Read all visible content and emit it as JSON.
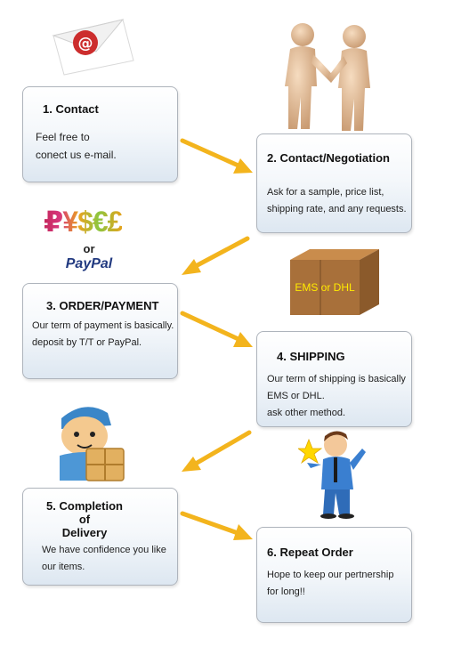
{
  "steps": [
    {
      "num": "1.",
      "title": "Contact",
      "body": "Feel free to\nconect us e-mail."
    },
    {
      "num": "2.",
      "title": "Contact/Negotiation",
      "body": "Ask for a sample, price list,\nshipping rate, and any requests."
    },
    {
      "num": "3.",
      "title": "ORDER/PAYMENT",
      "body": "Our term of payment is basically.\ndeposit by T/T or PayPal."
    },
    {
      "num": "4.",
      "title": "SHIPPING",
      "body": "Our term of shipping is basically\nEMS or DHL.\nask other method."
    },
    {
      "num": "5.",
      "title_lines": [
        "Completion",
        "of",
        "Delivery"
      ],
      "body": "We have confidence you like\nour items."
    },
    {
      "num": "6.",
      "title": "Repeat Order",
      "body": "Hope to keep our pertnership\nfor long!!"
    }
  ],
  "images": {
    "currency_symbols": "₽¥$€£",
    "currency_or": "or",
    "paypal": "PayPal",
    "box_label": "EMS or DHL",
    "email_glyph": "@"
  },
  "colors": {
    "arrow": "#f3b41d",
    "box_border": "#aeb4bc",
    "box_gradient_bottom": "#dde7f1",
    "paypal_dark": "#223a80",
    "paypal_light": "#2b9ce0"
  }
}
